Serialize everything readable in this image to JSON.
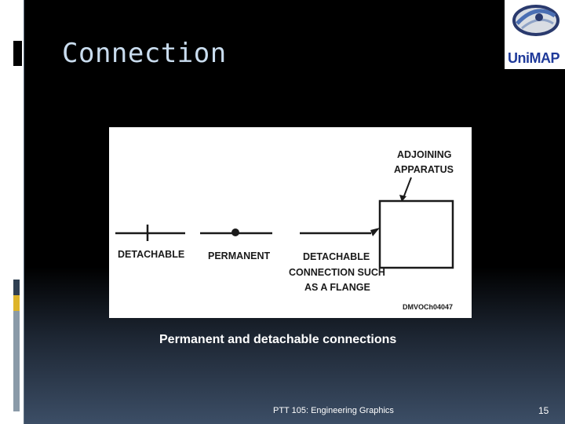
{
  "slide": {
    "title": "Connection",
    "caption": "Permanent  and  detachable connections",
    "footer": "PTT 105: Engineering Graphics",
    "page_number": "15"
  },
  "logo": {
    "wordmark": "UniMAP"
  },
  "figure": {
    "labels": {
      "detachable": "DETACHABLE",
      "permanent": "PERMANENT",
      "flange_line1": "DETACHABLE",
      "flange_line2": "CONNECTION SUCH",
      "flange_line3": "AS A FLANGE",
      "apparatus_line1": "ADJOINING",
      "apparatus_line2": "APPARATUS",
      "drawing_id": "DMVOCh04047"
    }
  },
  "colors": {
    "title": "#c9dcee",
    "accent_gold": "#ddb42a",
    "logo_blue": "#1f3a9a"
  }
}
